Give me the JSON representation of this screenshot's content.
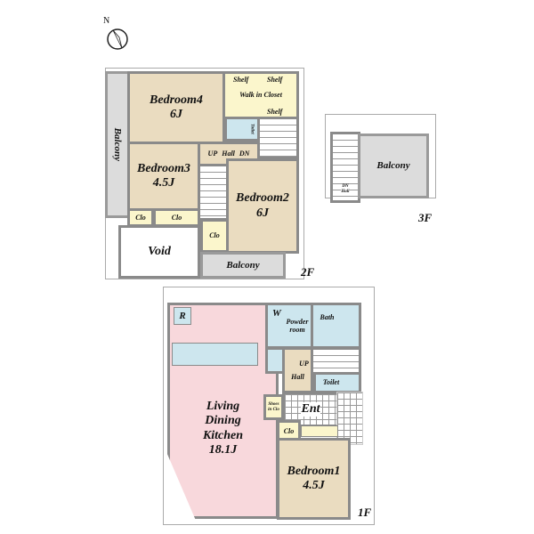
{
  "compass": {
    "north_label": "N"
  },
  "floor2": {
    "label": "2F",
    "bedroom4": {
      "name": "Bedroom4",
      "size": "6J"
    },
    "walk_in_closet": "Walk in Closet",
    "shelves": [
      "Shelf",
      "Shelf",
      "Shelf"
    ],
    "toilet": "Toilet",
    "hall": "Hall",
    "up": "UP",
    "dn": "DN",
    "bedroom3": {
      "name": "Bedroom3",
      "size": "4.5J"
    },
    "clo_a": "Clo",
    "clo_b": "Clo",
    "clo_c": "Clo",
    "bedroom2": {
      "name": "Bedroom2",
      "size": "6J"
    },
    "void": "Void",
    "balcony_left": "Balcony",
    "balcony_bottom": "Balcony"
  },
  "floor3": {
    "label": "3F",
    "balcony": "Balcony",
    "dn": "DN",
    "hall": "Hall"
  },
  "floor1": {
    "label": "1F",
    "refrigerator": "R",
    "washer": "W",
    "powder_room": "Powder room",
    "bath": "Bath",
    "up": "UP",
    "hall": "Hall",
    "toilet": "Toilet",
    "shoes_clo": "Shoes in Clo",
    "ent": "Ent",
    "clo": "Clo",
    "ldk": {
      "line1": "Living",
      "line2": "Dining",
      "line3": "Kitchen",
      "size": "18.1J"
    },
    "bedroom1": {
      "name": "Bedroom1",
      "size": "4.5J"
    }
  },
  "colors": {
    "bedroom": "#eadcc0",
    "closet": "#fbf6cc",
    "wet_area": "#cde6ee",
    "ldk": "#f8d8dc",
    "balcony": "#dcdcdc",
    "wall": "#8a8a8a"
  }
}
